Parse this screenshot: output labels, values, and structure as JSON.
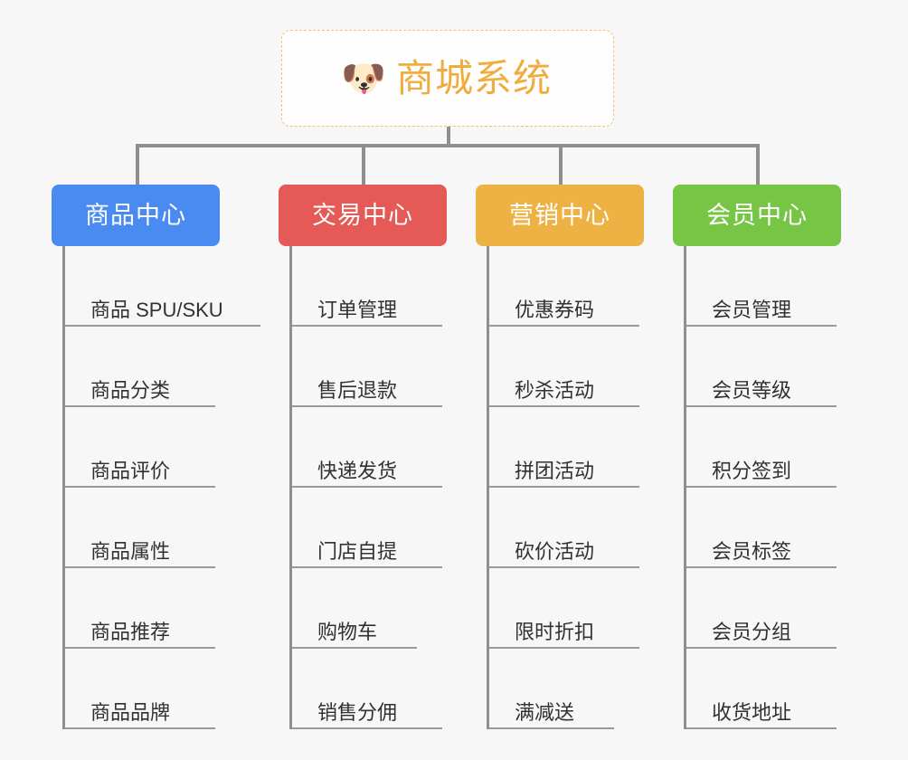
{
  "diagram": {
    "title": "商城系统 mind map",
    "background_color": "#f7f7f7",
    "line_color": "#8f8f8f"
  },
  "root": {
    "icon": "shiba-dog-face-icon",
    "icon_glyph": "🐶",
    "label": "商城系统",
    "text_color": "#f0ad3e",
    "border_color": "#f0c36a"
  },
  "branches": [
    {
      "label": "商品中心",
      "color": "#4a8bf2",
      "name": "product-center",
      "items": [
        {
          "label": "商品 SPU/SKU",
          "underline": "u-wide"
        },
        {
          "label": "商品分类",
          "underline": "u-normal"
        },
        {
          "label": "商品评价",
          "underline": "u-normal"
        },
        {
          "label": "商品属性",
          "underline": "u-normal"
        },
        {
          "label": "商品推荐",
          "underline": "u-normal"
        },
        {
          "label": "商品品牌",
          "underline": "u-normal"
        }
      ]
    },
    {
      "label": "交易中心",
      "color": "#e55a57",
      "name": "trade-center",
      "items": [
        {
          "label": "订单管理",
          "underline": "u-normal"
        },
        {
          "label": "售后退款",
          "underline": "u-normal"
        },
        {
          "label": "快递发货",
          "underline": "u-normal"
        },
        {
          "label": "门店自提",
          "underline": "u-normal"
        },
        {
          "label": "购物车",
          "underline": "u-short"
        },
        {
          "label": "销售分佣",
          "underline": "u-normal"
        }
      ]
    },
    {
      "label": "营销中心",
      "color": "#eeb244",
      "name": "marketing-center",
      "items": [
        {
          "label": "优惠券码",
          "underline": "u-normal"
        },
        {
          "label": "秒杀活动",
          "underline": "u-normal"
        },
        {
          "label": "拼团活动",
          "underline": "u-normal"
        },
        {
          "label": "砍价活动",
          "underline": "u-normal"
        },
        {
          "label": "限时折扣",
          "underline": "u-normal"
        },
        {
          "label": "满减送",
          "underline": "u-short"
        }
      ]
    },
    {
      "label": "会员中心",
      "color": "#77c544",
      "name": "member-center",
      "items": [
        {
          "label": "会员管理",
          "underline": "u-normal"
        },
        {
          "label": "会员等级",
          "underline": "u-normal"
        },
        {
          "label": "积分签到",
          "underline": "u-normal"
        },
        {
          "label": "会员标签",
          "underline": "u-normal"
        },
        {
          "label": "会员分组",
          "underline": "u-normal"
        },
        {
          "label": "收货地址",
          "underline": "u-normal"
        }
      ]
    }
  ]
}
